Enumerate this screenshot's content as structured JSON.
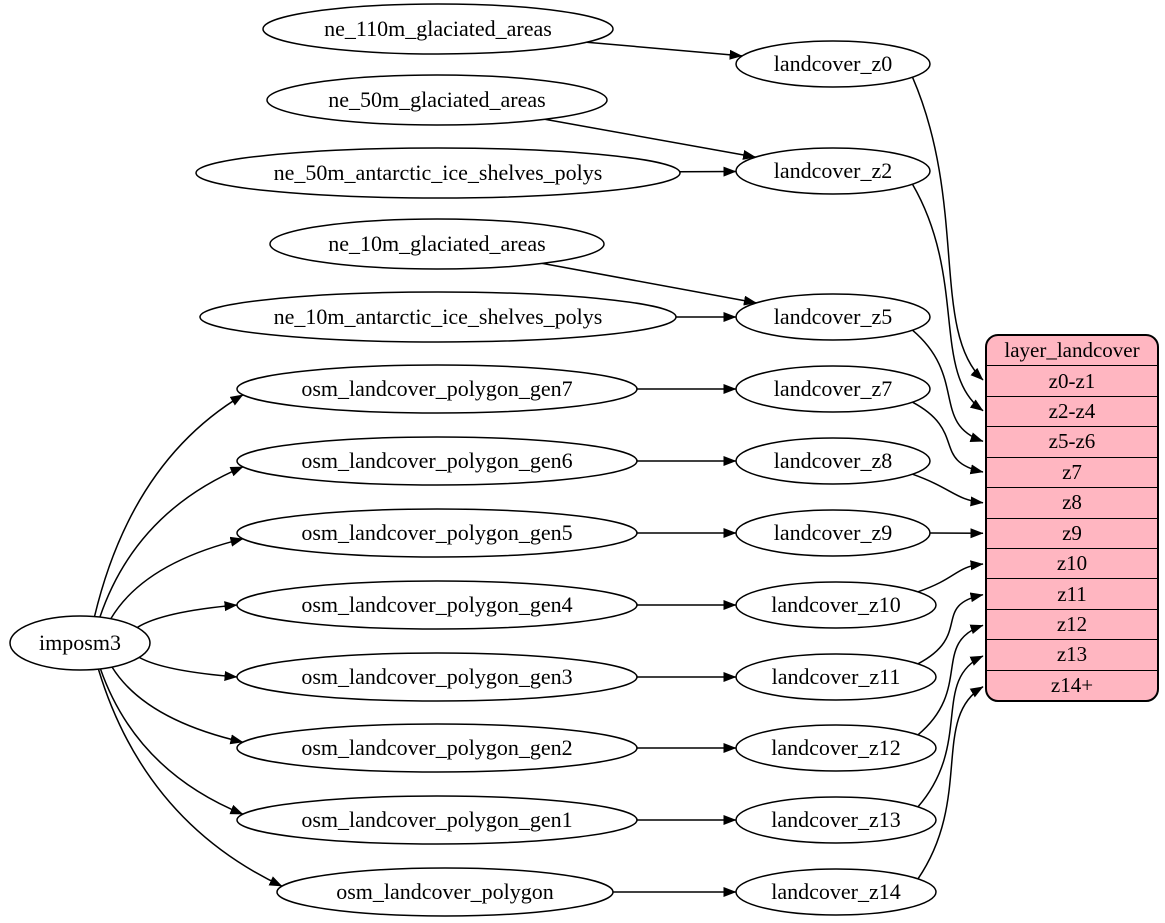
{
  "diagram": {
    "background": "#ffffff",
    "edge_color": "#000000",
    "node_fill": "#ffffff",
    "node_stroke": "#000000",
    "nodes": [
      {
        "id": "imposm3",
        "label": "imposm3"
      },
      {
        "id": "ne_110m_glaciated_areas",
        "label": "ne_110m_glaciated_areas"
      },
      {
        "id": "ne_50m_glaciated_areas",
        "label": "ne_50m_glaciated_areas"
      },
      {
        "id": "ne_50m_antarctic_ice_shelves_polys",
        "label": "ne_50m_antarctic_ice_shelves_polys"
      },
      {
        "id": "ne_10m_glaciated_areas",
        "label": "ne_10m_glaciated_areas"
      },
      {
        "id": "ne_10m_antarctic_ice_shelves_polys",
        "label": "ne_10m_antarctic_ice_shelves_polys"
      },
      {
        "id": "osm_landcover_polygon_gen7",
        "label": "osm_landcover_polygon_gen7"
      },
      {
        "id": "osm_landcover_polygon_gen6",
        "label": "osm_landcover_polygon_gen6"
      },
      {
        "id": "osm_landcover_polygon_gen5",
        "label": "osm_landcover_polygon_gen5"
      },
      {
        "id": "osm_landcover_polygon_gen4",
        "label": "osm_landcover_polygon_gen4"
      },
      {
        "id": "osm_landcover_polygon_gen3",
        "label": "osm_landcover_polygon_gen3"
      },
      {
        "id": "osm_landcover_polygon_gen2",
        "label": "osm_landcover_polygon_gen2"
      },
      {
        "id": "osm_landcover_polygon_gen1",
        "label": "osm_landcover_polygon_gen1"
      },
      {
        "id": "osm_landcover_polygon",
        "label": "osm_landcover_polygon"
      },
      {
        "id": "landcover_z0",
        "label": "landcover_z0"
      },
      {
        "id": "landcover_z2",
        "label": "landcover_z2"
      },
      {
        "id": "landcover_z5",
        "label": "landcover_z5"
      },
      {
        "id": "landcover_z7",
        "label": "landcover_z7"
      },
      {
        "id": "landcover_z8",
        "label": "landcover_z8"
      },
      {
        "id": "landcover_z9",
        "label": "landcover_z9"
      },
      {
        "id": "landcover_z10",
        "label": "landcover_z10"
      },
      {
        "id": "landcover_z11",
        "label": "landcover_z11"
      },
      {
        "id": "landcover_z12",
        "label": "landcover_z12"
      },
      {
        "id": "landcover_z13",
        "label": "landcover_z13"
      },
      {
        "id": "landcover_z14",
        "label": "landcover_z14"
      }
    ],
    "edges": [
      {
        "from": "imposm3",
        "to": "osm_landcover_polygon_gen7"
      },
      {
        "from": "imposm3",
        "to": "osm_landcover_polygon_gen6"
      },
      {
        "from": "imposm3",
        "to": "osm_landcover_polygon_gen5"
      },
      {
        "from": "imposm3",
        "to": "osm_landcover_polygon_gen4"
      },
      {
        "from": "imposm3",
        "to": "osm_landcover_polygon_gen3"
      },
      {
        "from": "imposm3",
        "to": "osm_landcover_polygon_gen2"
      },
      {
        "from": "imposm3",
        "to": "osm_landcover_polygon_gen1"
      },
      {
        "from": "imposm3",
        "to": "osm_landcover_polygon"
      },
      {
        "from": "ne_110m_glaciated_areas",
        "to": "landcover_z0"
      },
      {
        "from": "ne_50m_glaciated_areas",
        "to": "landcover_z2"
      },
      {
        "from": "ne_50m_antarctic_ice_shelves_polys",
        "to": "landcover_z2"
      },
      {
        "from": "ne_10m_glaciated_areas",
        "to": "landcover_z5"
      },
      {
        "from": "ne_10m_antarctic_ice_shelves_polys",
        "to": "landcover_z5"
      },
      {
        "from": "osm_landcover_polygon_gen7",
        "to": "landcover_z7"
      },
      {
        "from": "osm_landcover_polygon_gen6",
        "to": "landcover_z8"
      },
      {
        "from": "osm_landcover_polygon_gen5",
        "to": "landcover_z9"
      },
      {
        "from": "osm_landcover_polygon_gen4",
        "to": "landcover_z10"
      },
      {
        "from": "osm_landcover_polygon_gen3",
        "to": "landcover_z11"
      },
      {
        "from": "osm_landcover_polygon_gen2",
        "to": "landcover_z12"
      },
      {
        "from": "osm_landcover_polygon_gen1",
        "to": "landcover_z13"
      },
      {
        "from": "osm_landcover_polygon",
        "to": "landcover_z14"
      },
      {
        "from": "landcover_z0",
        "to": "layer_landcover:z0-z1"
      },
      {
        "from": "landcover_z2",
        "to": "layer_landcover:z2-z4"
      },
      {
        "from": "landcover_z5",
        "to": "layer_landcover:z5-z6"
      },
      {
        "from": "landcover_z7",
        "to": "layer_landcover:z7"
      },
      {
        "from": "landcover_z8",
        "to": "layer_landcover:z8"
      },
      {
        "from": "landcover_z9",
        "to": "layer_landcover:z9"
      },
      {
        "from": "landcover_z10",
        "to": "layer_landcover:z10"
      },
      {
        "from": "landcover_z11",
        "to": "layer_landcover:z11"
      },
      {
        "from": "landcover_z12",
        "to": "layer_landcover:z12"
      },
      {
        "from": "landcover_z13",
        "to": "layer_landcover:z13"
      },
      {
        "from": "landcover_z14",
        "to": "layer_landcover:z14+"
      }
    ]
  },
  "table": {
    "title": "layer_landcover",
    "rows": [
      "z0-z1",
      "z2-z4",
      "z5-z6",
      "z7",
      "z8",
      "z9",
      "z10",
      "z11",
      "z12",
      "z13",
      "z14+"
    ],
    "fill": "#ffb6c1",
    "stroke": "#000000"
  }
}
